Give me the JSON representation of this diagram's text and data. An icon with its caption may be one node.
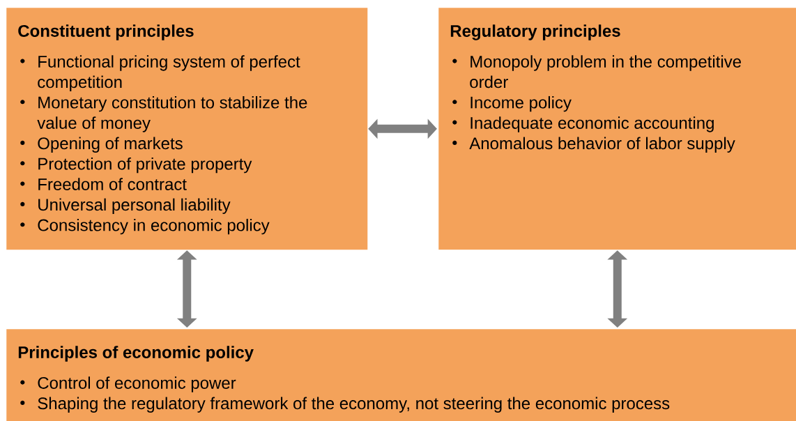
{
  "diagram": {
    "nodes": [
      {
        "text": [
          "Constituent principles",
          "Functional pricing system of perfect competition",
          "Monetary constitution to stabilize the value of money",
          "Opening of markets",
          "Protection of private property",
          "Freedom of contract",
          "Universal personal liability",
          "Consistency in economic policy"
        ]
      },
      {
        "text": [
          "Regulatory principles",
          "Monopoly problem in the competitive order",
          "Income policy",
          "Inadequate economic accounting",
          "Anomalous behavior of labor supply"
        ]
      },
      {
        "text": [
          "Principles of economic policy",
          "Control of economic power",
          "Shaping the regulatory framework of the economy, not steering the economic process"
        ]
      }
    ],
    "edges": [
      {
        "from": 0,
        "to": 1,
        "arrow": "both"
      },
      {
        "from": 0,
        "to": 2,
        "arrow": "both"
      },
      {
        "from": 1,
        "to": 2,
        "arrow": "both"
      }
    ]
  }
}
